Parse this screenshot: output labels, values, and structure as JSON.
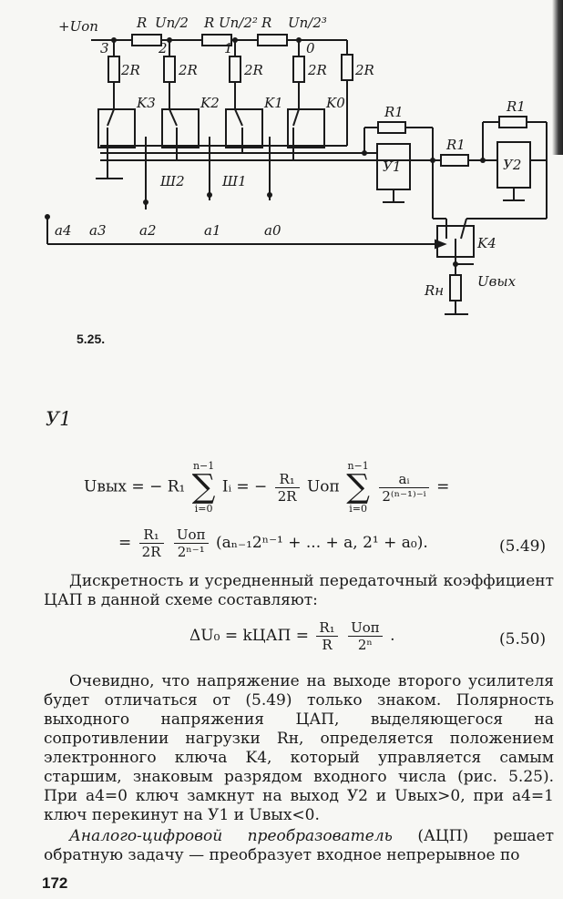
{
  "circuit": {
    "supply": "+Uоп",
    "ladder_r": [
      "R",
      "R",
      "R"
    ],
    "node_voltages": [
      "Uп/2",
      "Uп/2²",
      "Uп/2³"
    ],
    "node_numbers": [
      "3",
      "2",
      "1",
      "0"
    ],
    "shunt_r": [
      "2R",
      "2R",
      "2R",
      "2R",
      "2R"
    ],
    "keys": [
      "K3",
      "K2",
      "K1",
      "K0"
    ],
    "buses": [
      "Ш2",
      "Ш1"
    ],
    "inputs": [
      "a4",
      "a3",
      "a2",
      "a1",
      "a0"
    ],
    "feedback_r": [
      "R1",
      "R1",
      "R1"
    ],
    "amps": [
      "У1",
      "У2"
    ],
    "sign_key": "K4",
    "load": "Rн",
    "output": "Uвых"
  },
  "figure_label": "5.25.",
  "amp_label": "У1",
  "eq49": {
    "lhs": "Uвых = − R₁",
    "sum1_top": "n−1",
    "sum1_bottom": "i=0",
    "term1": "Iᵢ = −",
    "f1_num": "R₁",
    "f1_den": "2R",
    "uop": "Uоп",
    "sum2_top": "n−1",
    "sum2_bottom": "i=0",
    "f2_num": "aᵢ",
    "f2_den": "2⁽ⁿ⁻¹⁾⁻ⁱ",
    "eq_end": "=",
    "line2_start": "=",
    "f3_num": "R₁",
    "f3_den": "2R",
    "f4_num": "Uоп",
    "f4_den": "2ⁿ⁻¹",
    "line2_tail": "(aₙ₋₁2ⁿ⁻¹ + ... + a, 2¹ + a₀).",
    "number": "(5.49)"
  },
  "para1": "Дискретность и усредненный передаточный коэффициент ЦАП в данной схеме составляют:",
  "eq50": {
    "lhs": "ΔU₀ = kЦАП =",
    "f1_num": "R₁",
    "f1_den": "R",
    "f2_num": "Uоп",
    "f2_den": "2ⁿ",
    "end": ".",
    "number": "(5.50)"
  },
  "para2": "Очевидно, что напряжение на выходе второго усилителя будет отличаться от (5.49) только знаком. Полярность выходного напряжения ЦАП, выделяющегося на сопротивлении нагрузки Rн, определяется положением электронного ключа K4, который управляется самым старшим, знаковым разрядом входного числа (рис. 5.25). При a4=0 ключ замкнут на выход У2 и Uвых>0, при a4=1 ключ перекинут на У1 и Uвых<0.",
  "para3_italic": "Аналого-цифровой преобразователь",
  "para3_rest": " (АЦП) решает обратную задачу — преобразует входное непрерывное по",
  "page_number": "172"
}
